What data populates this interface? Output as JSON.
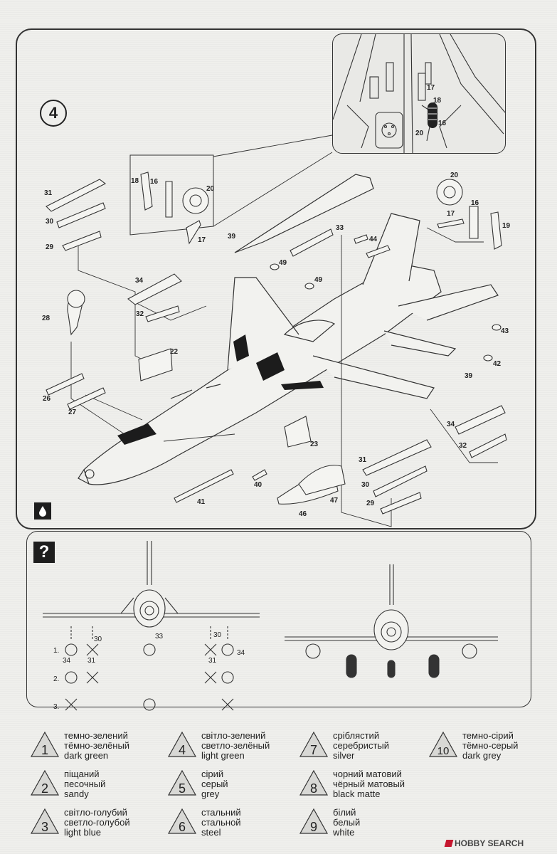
{
  "step": {
    "number": "4"
  },
  "part_numbers": {
    "p31a": "31",
    "p30a": "30",
    "p29a": "29",
    "p18": "18",
    "p16a": "16",
    "p20a": "20",
    "p17a": "17",
    "p39a": "39",
    "p33": "33",
    "p44": "44",
    "p49a": "49",
    "p49b": "49",
    "p34a": "34",
    "p32a": "32",
    "p28": "28",
    "p22": "22",
    "p26": "26",
    "p27": "27",
    "p23": "23",
    "p41": "41",
    "p40": "40",
    "p46": "46",
    "p47": "47",
    "p20b": "20",
    "p16b": "16",
    "p17b": "17",
    "p19": "19",
    "p43": "43",
    "p42": "42",
    "p39b": "39",
    "p34b": "34",
    "p32b": "32",
    "p31b": "31",
    "p30b": "30",
    "p29b": "29"
  },
  "inset": {
    "p17": "17",
    "p18": "18",
    "p16": "16",
    "p20": "20"
  },
  "loadouts": {
    "p30a": "30",
    "p34a": "34",
    "p31a": "31",
    "p33": "33",
    "p30b": "30",
    "p34b": "34",
    "p31b": "31",
    "row1": "1.",
    "row2": "2.",
    "row3": "3."
  },
  "legend": [
    {
      "num": "1",
      "ukr": "темно-зелений",
      "rus": "тёмно-зелёный",
      "eng": "dark green"
    },
    {
      "num": "2",
      "ukr": "піщаний",
      "rus": "песочный",
      "eng": "sandy"
    },
    {
      "num": "3",
      "ukr": "світло-голубий",
      "rus": "светло-голубой",
      "eng": "light blue"
    },
    {
      "num": "4",
      "ukr": "світло-зелений",
      "rus": "светло-зелёный",
      "eng": "light green"
    },
    {
      "num": "5",
      "ukr": "сірий",
      "rus": "серый",
      "eng": "grey"
    },
    {
      "num": "6",
      "ukr": "стальний",
      "rus": "стальной",
      "eng": "steel"
    },
    {
      "num": "7",
      "ukr": "сріблястий",
      "rus": "серебристый",
      "eng": "silver"
    },
    {
      "num": "8",
      "ukr": "чорний матовий",
      "rus": "чёрный матовый",
      "eng": "black matte"
    },
    {
      "num": "9",
      "ukr": "білий",
      "rus": "белый",
      "eng": "white"
    },
    {
      "num": "10",
      "ukr": "темно-сірий",
      "rus": "тёмно-серый",
      "eng": "dark grey"
    }
  ],
  "watermark": {
    "text": "HOBBY SEARCH"
  },
  "icons": {
    "glue": "glue-drop-icon",
    "help": "question-icon"
  }
}
